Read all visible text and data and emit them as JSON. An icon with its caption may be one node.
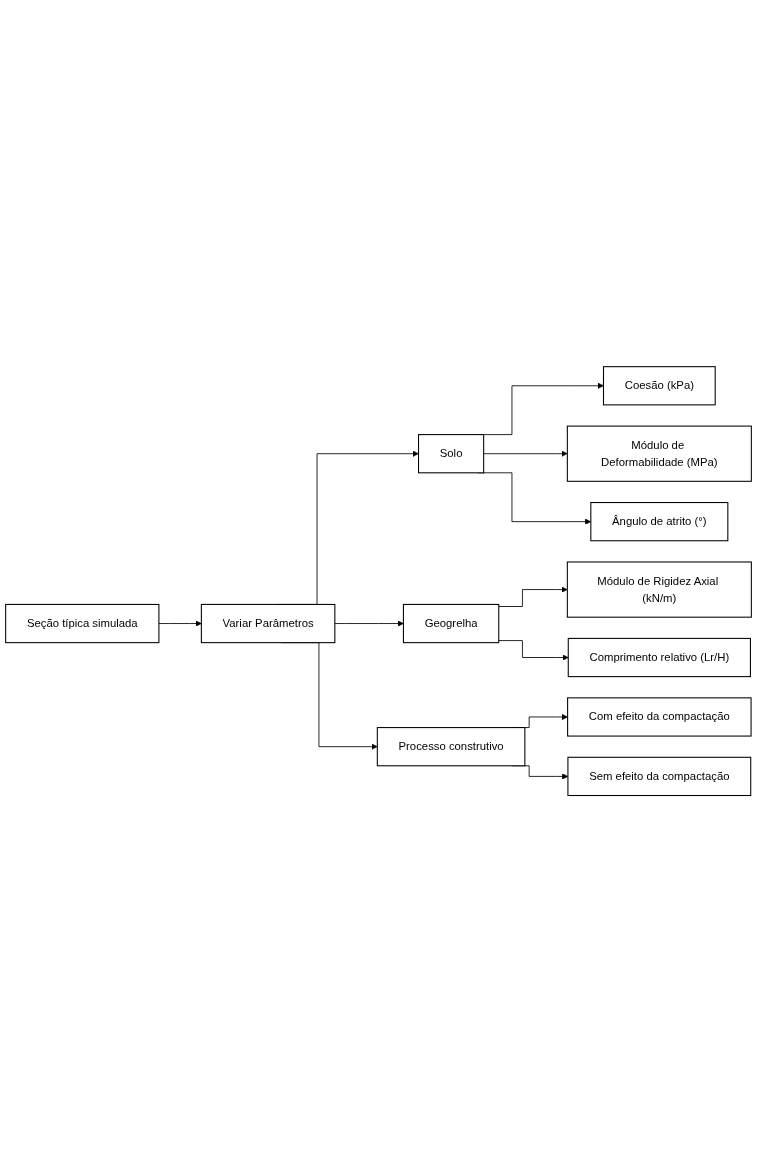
{
  "diagram": {
    "nodes": [
      {
        "text": [
          "Seção típica simulada"
        ]
      },
      {
        "text": [
          "Variar Parâmetros"
        ]
      },
      {
        "text": [
          "Solo"
        ]
      },
      {
        "text": [
          "Coesão (kPa)"
        ]
      },
      {
        "text": [
          "Módulo de Deformabilidade (MPa)"
        ]
      },
      {
        "text": [
          "Ângulo de atrito (°)"
        ]
      },
      {
        "text": [
          "Geogrelha"
        ]
      },
      {
        "text": [
          "Módulo de Rigidez Axial (kN/m)"
        ]
      },
      {
        "text": [
          "Comprimento relativo (Lr/H)"
        ]
      },
      {
        "text": [
          "Processo construtivo"
        ]
      },
      {
        "text": [
          "Com efeito da compactação"
        ]
      },
      {
        "text": [
          "Sem efeito da compactação"
        ]
      }
    ],
    "edges": [
      {
        "from": 0,
        "to": 1,
        "arrow": "to"
      },
      {
        "from": 1,
        "to": 2,
        "arrow": "to"
      },
      {
        "from": 1,
        "to": 6,
        "arrow": "to"
      },
      {
        "from": 1,
        "to": 9,
        "arrow": "to"
      },
      {
        "from": 2,
        "to": 3,
        "arrow": "to"
      },
      {
        "from": 2,
        "to": 4,
        "arrow": "to"
      },
      {
        "from": 2,
        "to": 5,
        "arrow": "to"
      },
      {
        "from": 6,
        "to": 7,
        "arrow": "to"
      },
      {
        "from": 6,
        "to": 8,
        "arrow": "to"
      },
      {
        "from": 9,
        "to": 10,
        "arrow": "to"
      },
      {
        "from": 9,
        "to": 11,
        "arrow": "to"
      }
    ]
  }
}
